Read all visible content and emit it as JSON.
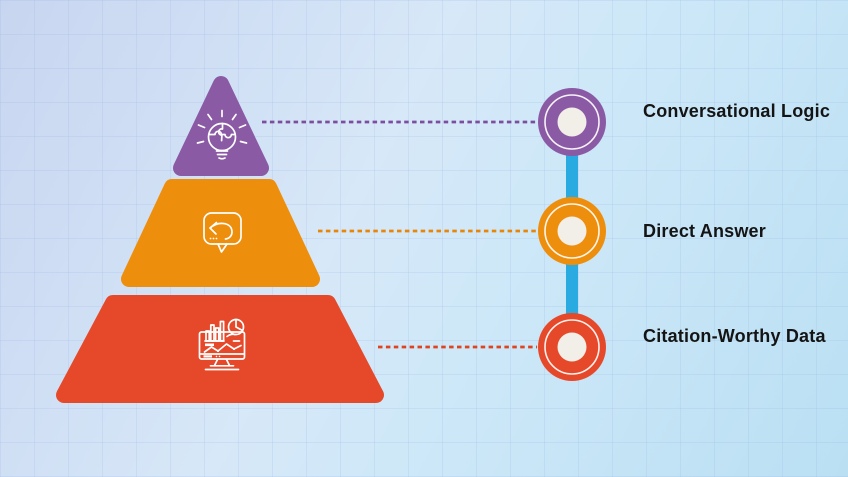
{
  "diagram": {
    "type": "pyramid-infographic",
    "tiers": [
      {
        "label": "Conversational Logic",
        "icon": "lightbulb-puzzle-icon",
        "color": "#8B5AA5",
        "dash_color": "#7C4F9E",
        "level": "top"
      },
      {
        "label": "Direct Answer",
        "icon": "speech-reply-icon",
        "color": "#EE8E0D",
        "dash_color": "#E8860B",
        "level": "middle"
      },
      {
        "label": "Citation-Worthy Data",
        "icon": "monitor-analytics-icon",
        "color": "#E6492A",
        "dash_color": "#E0431F",
        "level": "bottom"
      }
    ],
    "connector_color": "#29ABE2",
    "marker_inner_color": "#F2EFE9",
    "label_text_color": "#141414",
    "background": {
      "gradient_start": "#C8D5F0",
      "gradient_end": "#BADFF3",
      "grid_line_color": "rgba(148,178,230,0.20)"
    }
  }
}
